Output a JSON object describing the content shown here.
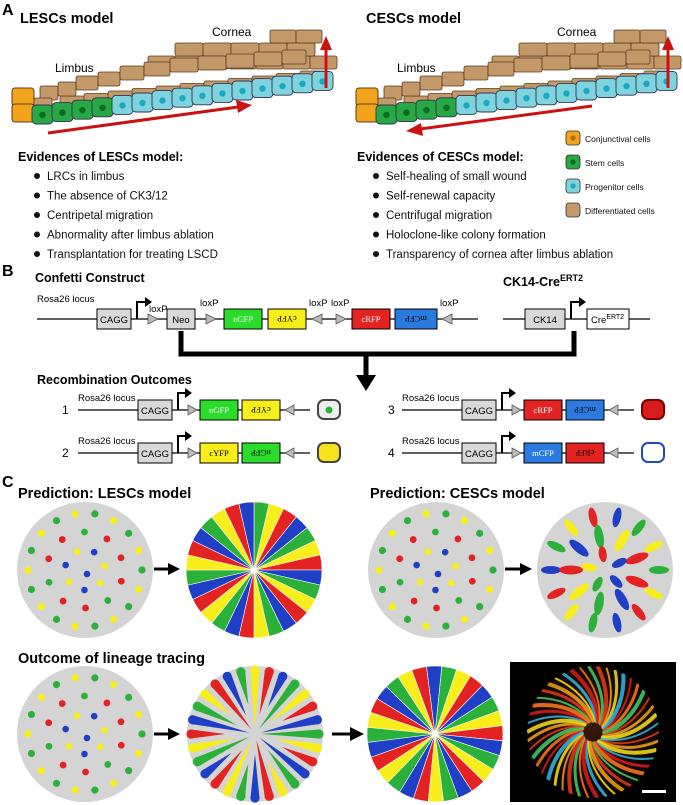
{
  "panels": {
    "a": "A",
    "b": "B",
    "c": "C"
  },
  "panel_a": {
    "lescs": {
      "title": "LESCs model",
      "cornea_label": "Cornea",
      "limbus_label": "Limbus",
      "evidence_title": "Evidences of LESCs model:",
      "evidence": [
        "LRCs in limbus",
        "The absence of CK3/12",
        "Centripetal migration",
        "Abnormality after limbus ablation",
        "Transplantation for treating LSCD"
      ]
    },
    "cescs": {
      "title": "CESCs model",
      "cornea_label": "Cornea",
      "limbus_label": "Limbus",
      "evidence_title": "Evidences of CESCs model:",
      "evidence": [
        "Self-healing of small wound",
        "Self-renewal capacity",
        "Centrifugal migration",
        "Holoclone-like colony formation",
        "Transparency of cornea after limbus ablation"
      ]
    },
    "legend": [
      {
        "label": "Conjunctival cells",
        "color": "#f2a51a"
      },
      {
        "label": "Stem cells",
        "color": "#27a844"
      },
      {
        "label": "Progenitor cells",
        "color": "#7fd3dc"
      },
      {
        "label": "Differentiated cells",
        "color": "#c4996a"
      }
    ]
  },
  "panel_b": {
    "confetti_title": "Confetti Construct",
    "ck14_title": "CK14-Cre",
    "ck14_sup": "ERT2",
    "locus": "Rosa26 locus",
    "cagg": "CAGG",
    "loxp": "loxP",
    "neo": "Neo",
    "ngfp": "nGFP",
    "cyfp": "cYFP",
    "rfp": "cRFP",
    "mcfp": "mCFP",
    "ck14": "CK14",
    "cre": "Cre",
    "cre_sup": "ERT2",
    "outcomes_title": "Recombination Outcomes",
    "outcomes": [
      {
        "num": "1",
        "a": "nGFP",
        "b": "cYFP"
      },
      {
        "num": "2",
        "a": "cYFP",
        "b": "nGFP"
      },
      {
        "num": "3",
        "a": "cRFP",
        "b": "mCFP"
      },
      {
        "num": "4",
        "a": "mCFP",
        "b": "cRFP"
      }
    ]
  },
  "panel_c": {
    "pred_lescs": "Prediction: LESCs model",
    "pred_cescs": "Prediction: CESCs model",
    "outcome": "Outcome of lineage tracing"
  },
  "colors": {
    "green": "#2bb03a",
    "yellow": "#f7ee1c",
    "red": "#e32222",
    "blue": "#1f3fc7",
    "gray": "#d4d4d4",
    "arrow": "#cc1111"
  }
}
